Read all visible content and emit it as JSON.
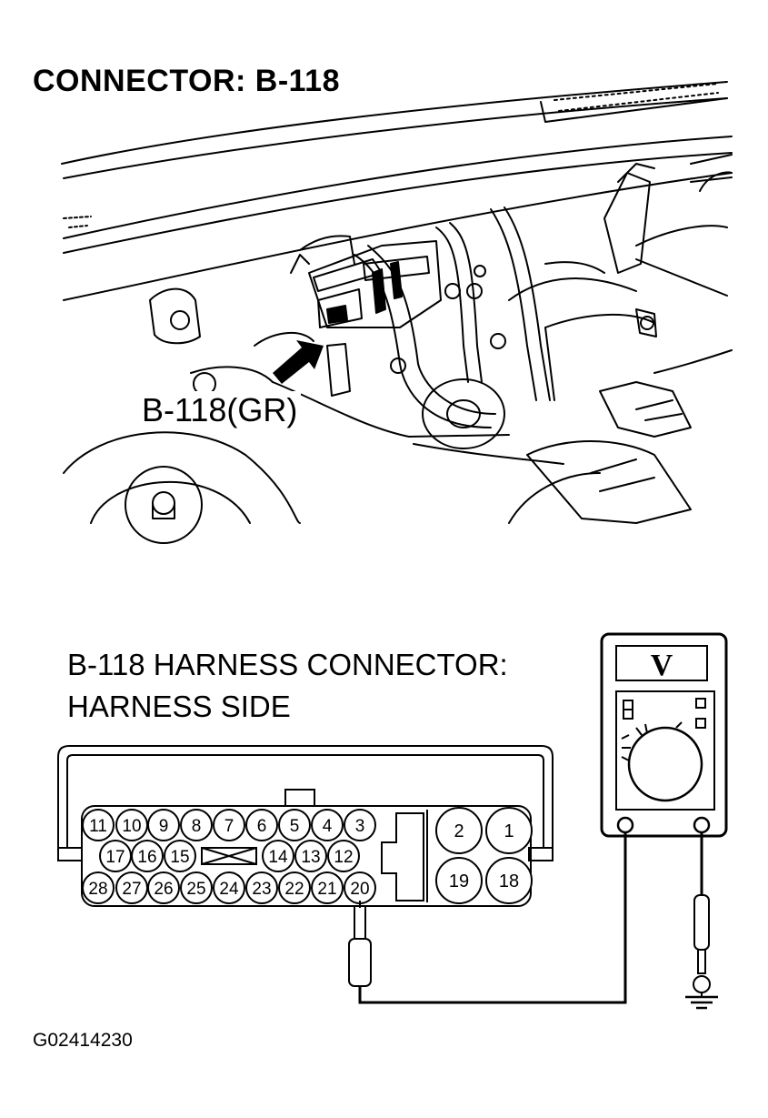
{
  "title": "CONNECTOR: B-118",
  "engine_view": {
    "callout_label": "B-118(GR)",
    "arrow": "black-arrow-pointing-to-connector"
  },
  "harness": {
    "title_line1": "B-118 HARNESS CONNECTOR:",
    "title_line2": "HARNESS SIDE",
    "small_pins_row1": [
      "11",
      "10",
      "9",
      "8",
      "7",
      "6",
      "5",
      "4",
      "3"
    ],
    "small_pins_row2": [
      "17",
      "16",
      "15",
      "14",
      "13",
      "12"
    ],
    "small_pins_row3": [
      "28",
      "27",
      "26",
      "25",
      "24",
      "23",
      "22",
      "21",
      "20"
    ],
    "large_pins": [
      "2",
      "1",
      "19",
      "18"
    ],
    "probe_pin": "20"
  },
  "meter": {
    "display": "V",
    "icon": "voltmeter-icon",
    "ground_icon": "ground-icon"
  },
  "figure_id": "G02414230"
}
